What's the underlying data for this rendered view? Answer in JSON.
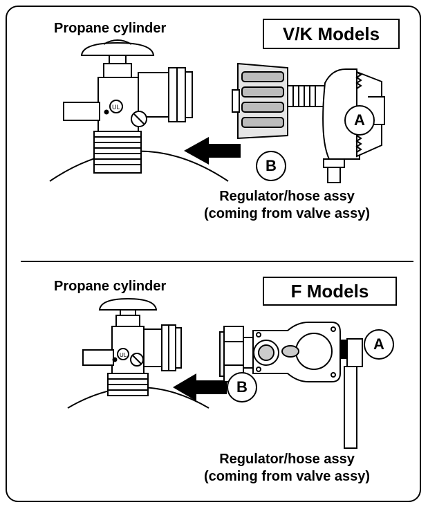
{
  "top": {
    "cylinder_label": "Propane cylinder",
    "model_title": "V/K Models",
    "callout_a": "A",
    "callout_b": "B",
    "caption_line1": "Regulator/hose assy",
    "caption_line2": "(coming from valve assy)"
  },
  "bottom": {
    "cylinder_label": "Propane cylinder",
    "model_title": "F Models",
    "callout_a": "A",
    "callout_b": "B",
    "caption_line1": "Regulator/hose assy",
    "caption_line2": "(coming from valve assy)"
  },
  "colors": {
    "line": "#000000",
    "fill": "#ffffff",
    "shade": "#d8d8d8"
  }
}
